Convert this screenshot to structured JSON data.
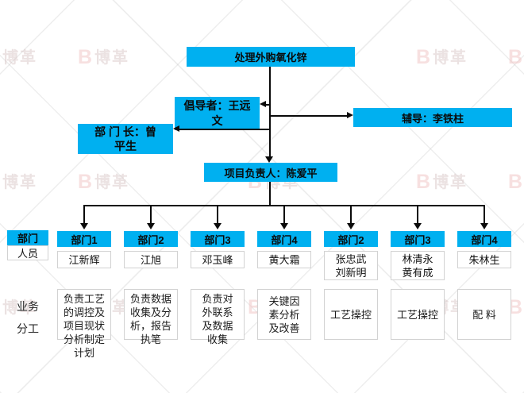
{
  "colors": {
    "box_blue": "#00B0F0",
    "line_black": "#0a0a0a",
    "box_border_gray": "#d2d2d2"
  },
  "top": {
    "title": "处理外购氧化锌",
    "champion_lines": [
      "倡导者：王远",
      "文"
    ],
    "dept_head_lines": [
      "部 门 长：曾",
      "平生"
    ],
    "coach": "辅导：李铁柱",
    "leader": "项目负责人：陈爱平"
  },
  "row_labels": {
    "dept": "部门",
    "person": "人员",
    "duty": [
      "业务",
      "分工"
    ]
  },
  "columns": [
    {
      "dept": "部门1",
      "members": [
        "江新辉"
      ],
      "duty": [
        "负责工艺",
        "的调控及",
        "项目现状",
        "分析制定",
        "计划"
      ]
    },
    {
      "dept": "部门2",
      "members": [
        "江旭"
      ],
      "duty": [
        "负责数据",
        "收集及分",
        "析，报告",
        "执笔"
      ]
    },
    {
      "dept": "部门3",
      "members": [
        "邓玉峰"
      ],
      "duty": [
        "负责对",
        "外联系",
        "及数据",
        "收集"
      ]
    },
    {
      "dept": "部门4",
      "members": [
        "黄大霜"
      ],
      "duty": [
        "关键因",
        "素分析",
        "及改善"
      ]
    },
    {
      "dept": "部门2",
      "members": [
        "张忠武",
        "刘新明"
      ],
      "duty": [
        "工艺操控"
      ]
    },
    {
      "dept": "部门3",
      "members": [
        "林清永",
        "黄有成"
      ],
      "duty": [
        "工艺操控"
      ]
    },
    {
      "dept": "部门4",
      "members": [
        "朱林生"
      ],
      "duty": [
        "配 料"
      ]
    }
  ],
  "watermark": {
    "icon": "B",
    "brand": "博革"
  }
}
